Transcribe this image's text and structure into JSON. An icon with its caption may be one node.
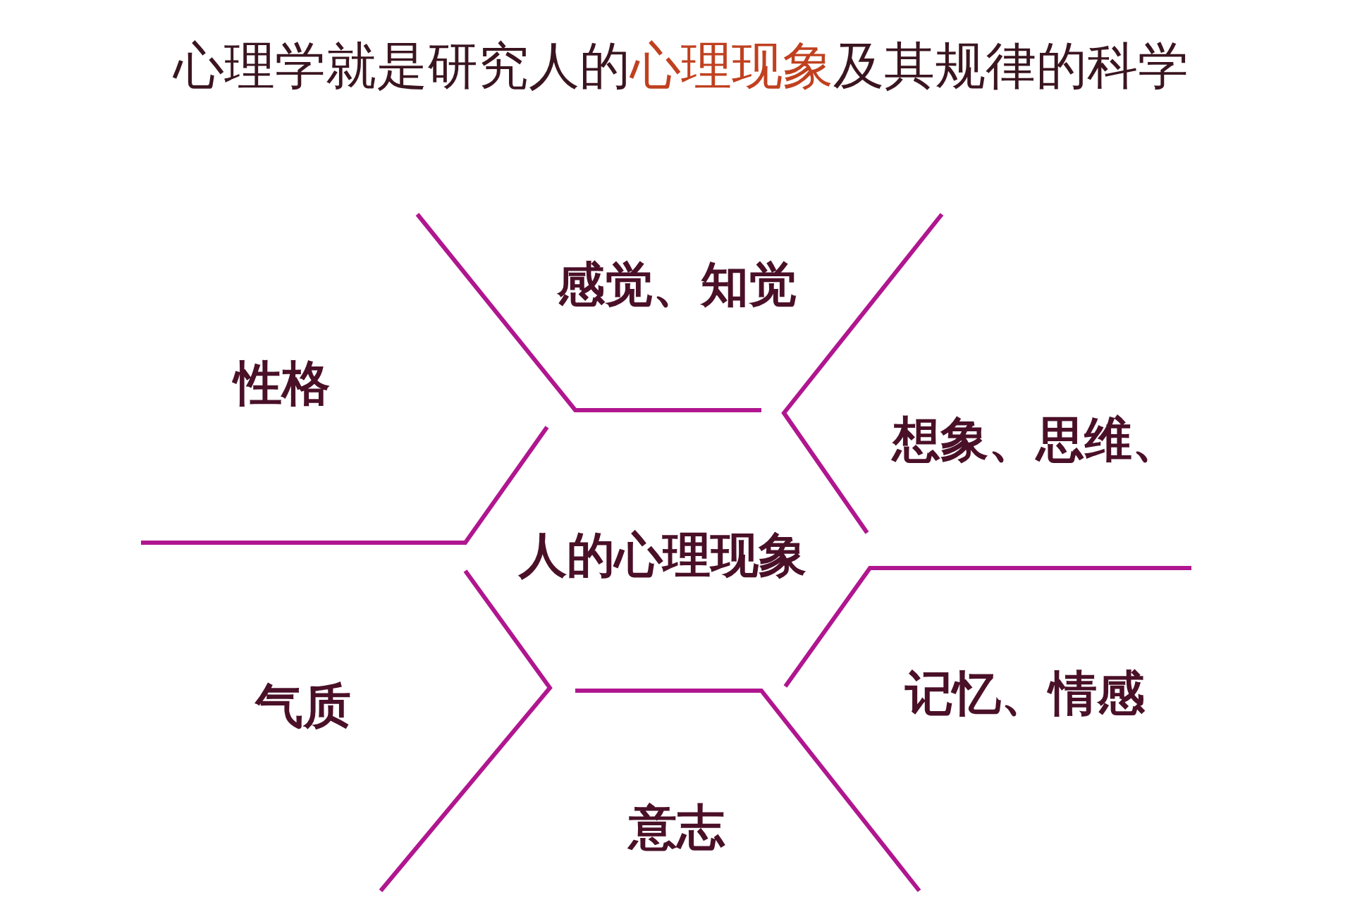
{
  "diagram": {
    "title": "心理学就是研究人的**心理现象**及其规律的科学",
    "nodes": [
      {
        "text": [
          "人的心理现象"
        ]
      }
    ],
    "labels": [
      "感觉、知觉",
      "性格",
      "想象、思维、",
      "气质",
      "记忆、情感",
      "意志"
    ]
  }
}
